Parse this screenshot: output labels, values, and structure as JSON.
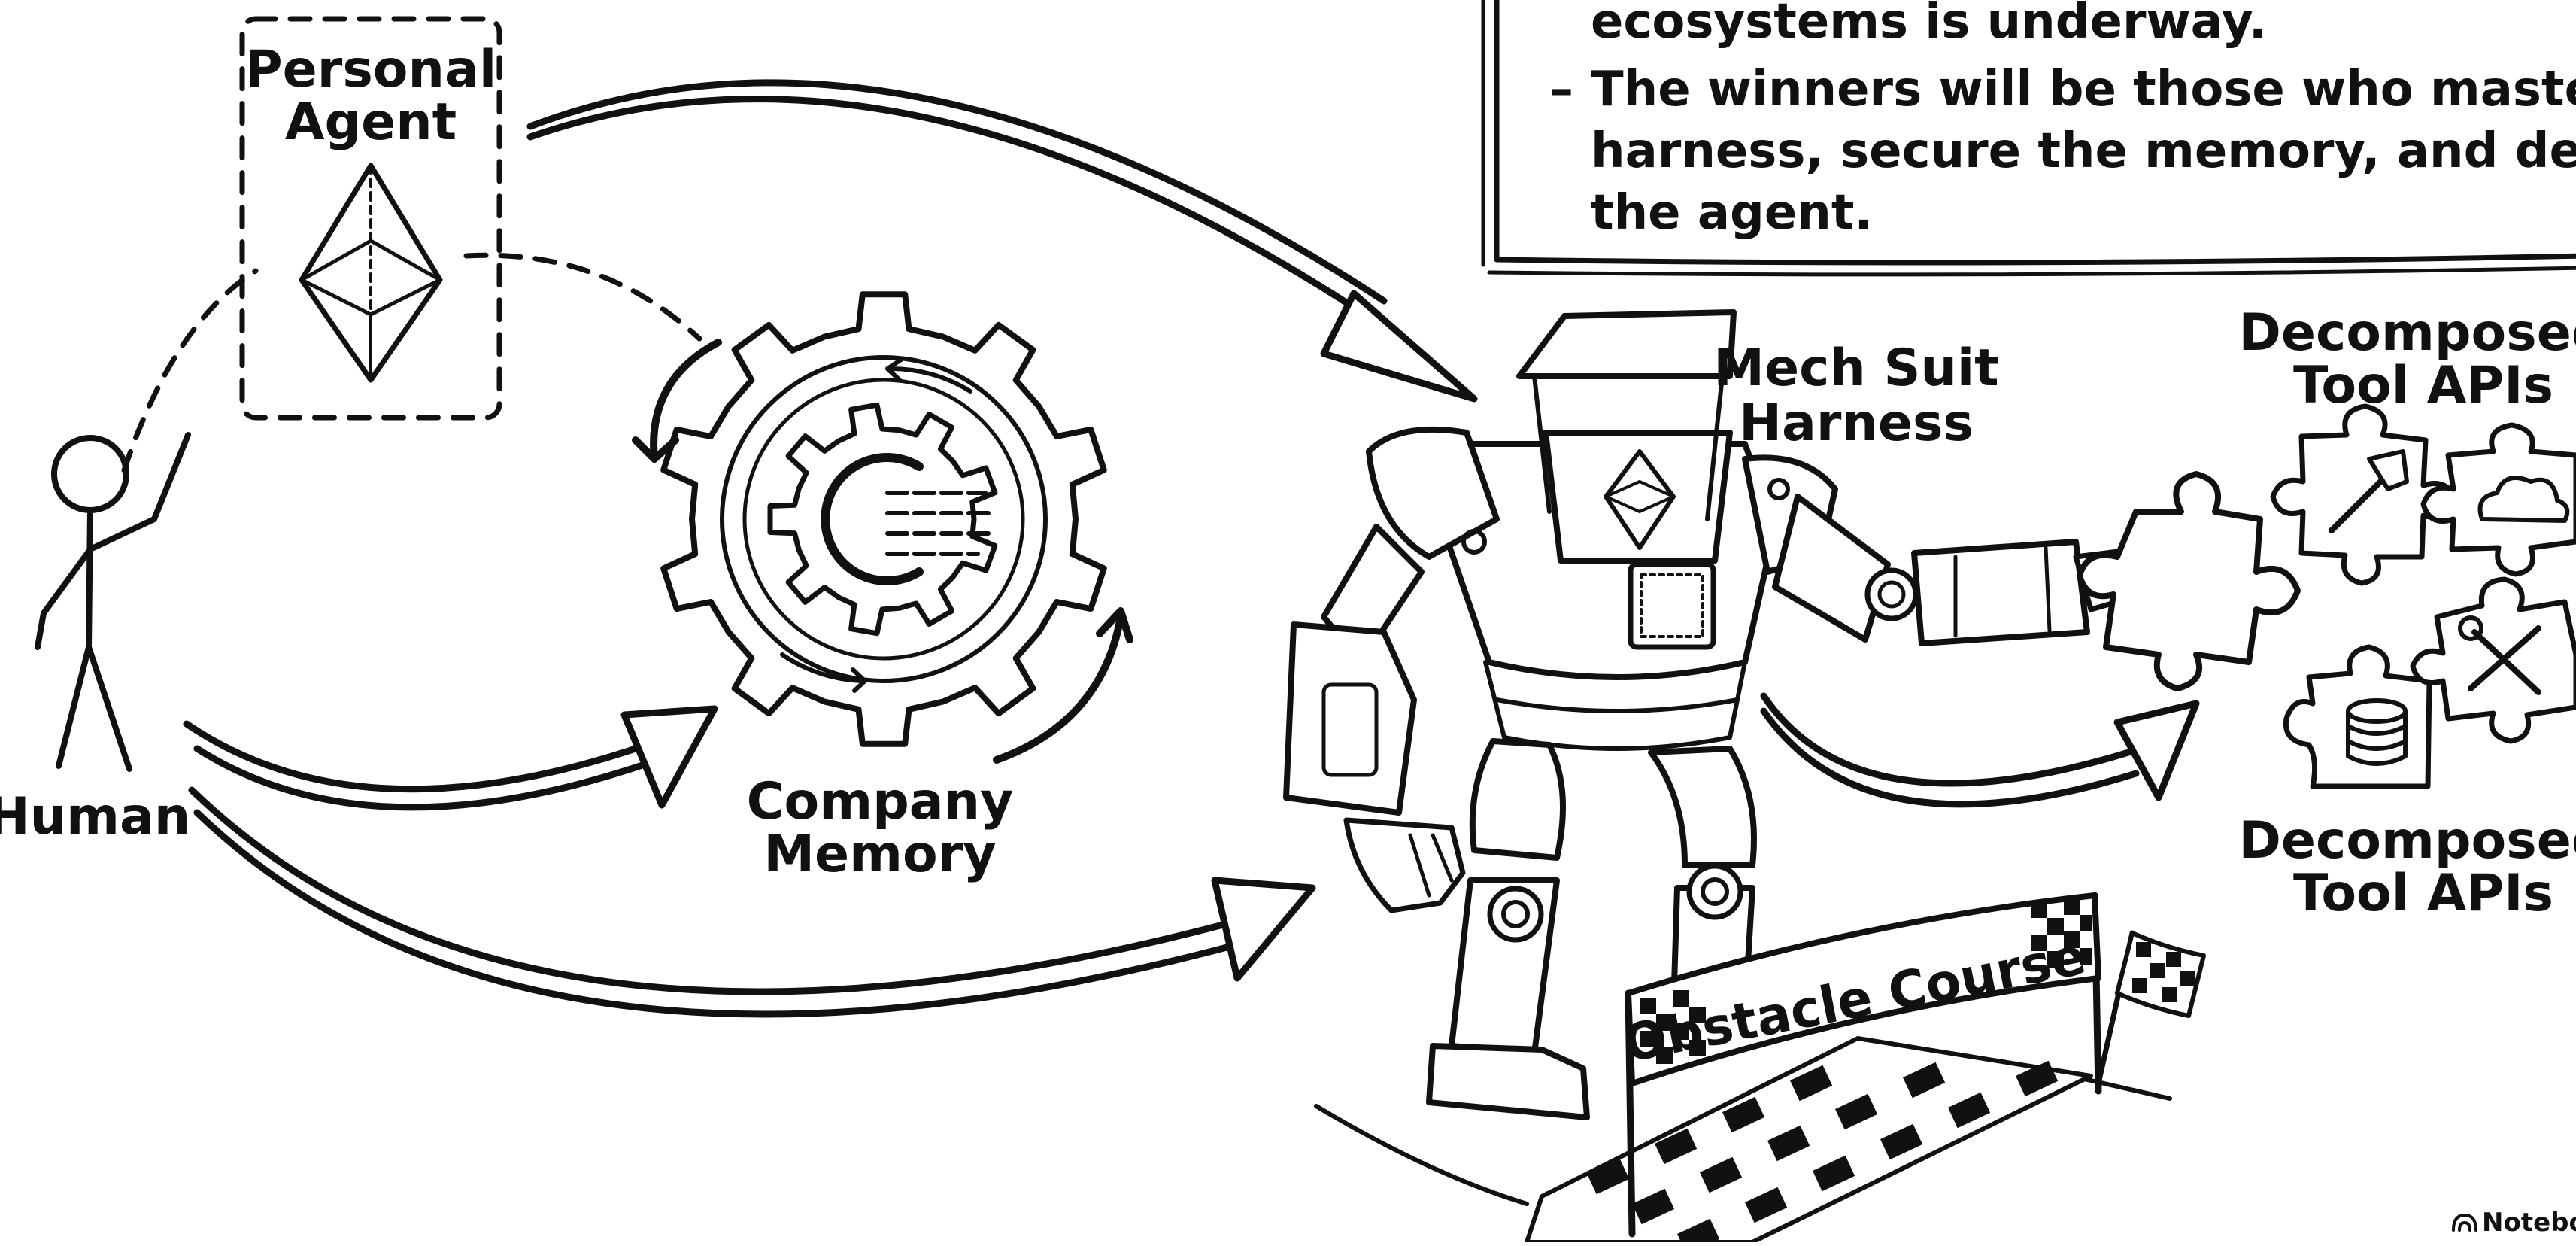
{
  "summary_box": {
    "line_1": "ecosystems is underway.",
    "bullet_2_dash": "–",
    "bullet_2_line_1": "The winners will be those who master the",
    "bullet_2_line_2": "harness, secure the memory, and design for",
    "bullet_2_line_3": "the agent."
  },
  "labels": {
    "personal_agent_1": "Personal",
    "personal_agent_2": "Agent",
    "human": "Human",
    "company_memory_1": "Company",
    "company_memory_2": "Memory",
    "mech_suit_1": "Mech Suit",
    "mech_suit_2": "Harness",
    "tools_top_1": "Decomposed",
    "tools_top_2": "Tool APIs",
    "tools_bottom_1": "Decomposed",
    "tools_bottom_2": "Tool APIs",
    "banner": "Obstacle Course"
  },
  "brand": "Notebo",
  "icons": [
    "ethereum-diamond-icon",
    "gear-icon",
    "hammer-icon",
    "cloud-icon",
    "database-icon",
    "wrench-screwdriver-icon",
    "checkered-flag-icon"
  ]
}
